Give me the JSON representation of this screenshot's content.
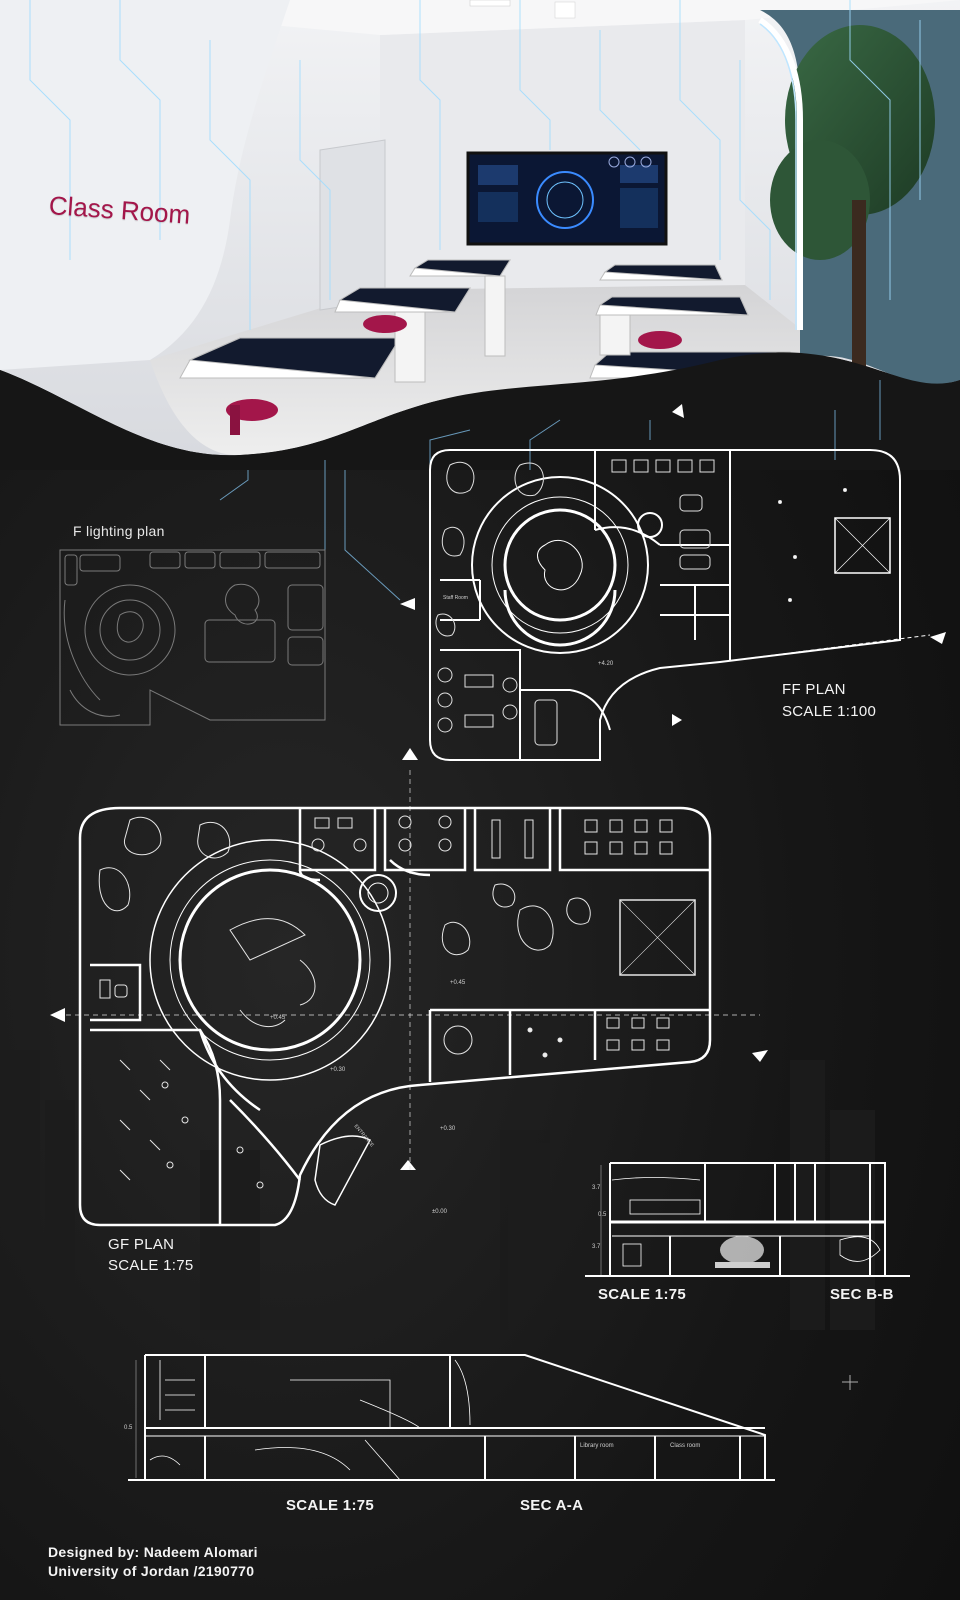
{
  "render": {
    "title_text": "Class Room"
  },
  "plans": {
    "lighting_title": "F lighting plan",
    "ff_title": "FF PLAN",
    "ff_scale": "SCALE 1:100",
    "gf_title": "GF PLAN",
    "gf_scale": "SCALE 1:75"
  },
  "levels": {
    "ff_level": "+4.20",
    "gf_level_1": "+0.45",
    "gf_level_2": "+0.45",
    "gf_level_3": "+0.30",
    "gf_level_4": "+0.30",
    "gf_level_5": "±0.00"
  },
  "room_tags": {
    "staff_room": "Staff Room",
    "entrance": "ENTRANCE"
  },
  "section_bb": {
    "scale": "SCALE 1:75",
    "title": "SEC B-B",
    "dim_top": "3.7",
    "dim_mid": "0.5",
    "dim_bottom": "3.7"
  },
  "section_aa": {
    "scale": "SCALE 1:75",
    "title": "SEC A-A",
    "dim": "0.5",
    "room_label_1": "Library room",
    "room_label_2": "Class room"
  },
  "credits": {
    "line1": "Designed by: Nadeem Alomari",
    "line2": "University of Jordan /2190770"
  },
  "colors": {
    "background": "#161616",
    "line": "#ffffff",
    "accent_chair": "#a3164a",
    "glow": "#7fd3ff"
  }
}
